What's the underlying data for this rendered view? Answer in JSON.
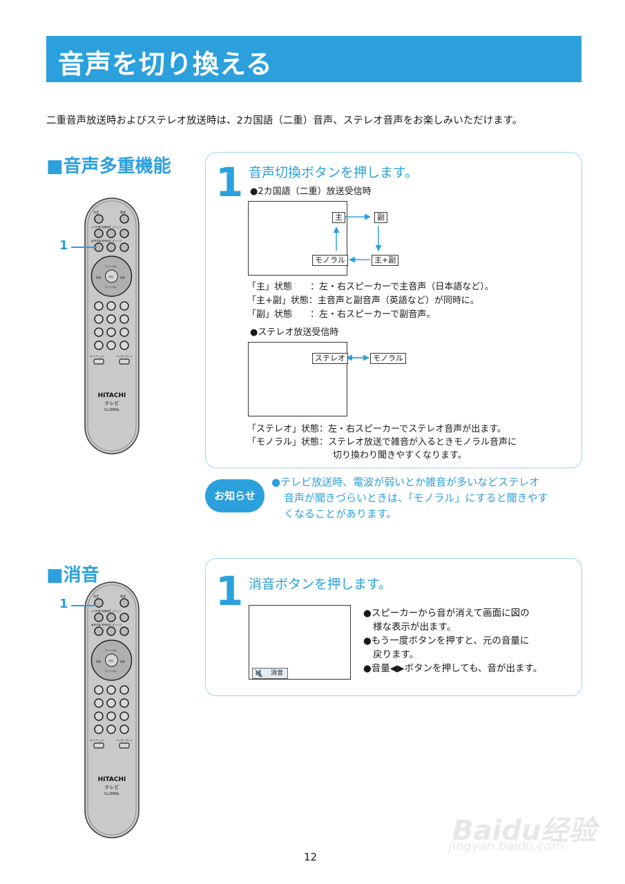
{
  "header": {
    "title": "音声を切り換える"
  },
  "intro": "二重音声放送時およびステレオ放送時は、2カ国語（二重）音声、ステレオ音声をお楽しみいただけます。",
  "section1": {
    "heading": "■音声多重機能",
    "remote_callout": "1",
    "step_number": "1",
    "step_title": "音声切換ボタンを押します。",
    "bilingual": {
      "subheading": "●2カ国語（二重）放送受信時",
      "labels": {
        "main": "主",
        "sub": "副",
        "main_sub": "主+副",
        "mono": "モノラル"
      },
      "states": [
        {
          "key": "「主」状態　　",
          "desc": "：左・右スピーカーで主音声（日本語など）。"
        },
        {
          "key": "「主+副」状態",
          "desc": "：主音声と副音声（英語など）が同時に。"
        },
        {
          "key": "「副」状態　　",
          "desc": "：左・右スピーカーで副音声。"
        }
      ]
    },
    "stereo": {
      "subheading": "●ステレオ放送受信時",
      "labels": {
        "stereo": "ステレオ",
        "mono": "モノラル"
      },
      "states": [
        {
          "key": "「ステレオ」状態",
          "desc": "：左・右スピーカーでステレオ音声が出ます。"
        },
        {
          "key": "「モノラル」状態",
          "desc": "：ステレオ放送で雑音が入るときモノラル音声に"
        }
      ],
      "continuation": "切り換わり聞きやすくなります。"
    },
    "notice": {
      "badge": "お知らせ",
      "lines": [
        "●テレビ放送時、電波が弱いとか雑音が多いなどステレオ",
        "音声が聞きづらいときは、「モノラル」にすると聞きやす",
        "くなることがあります。"
      ]
    }
  },
  "section2": {
    "heading": "■消音",
    "remote_callout": "1",
    "step_number": "1",
    "step_title": "消音ボタンを押します。",
    "screen_label": "消音",
    "bullets": [
      "●スピーカーから音が消えて画面に図の",
      "様な表示が出ます。",
      "●もう一度ボタンを押すと、元の音量に",
      "戻ります。",
      "●音量◀▶ボタンを押しても、音が出ます。"
    ]
  },
  "remote": {
    "brand": "HITACHI",
    "product": "テレビ",
    "model": "CL-RM3L",
    "top_labels": [
      "消音",
      "電源"
    ],
    "row2_labels": "入力切換 映像設定 メニュー",
    "row3_labels": "音声切換 音声設定 スリープ",
    "dpad_labels": [
      "チャンネル",
      "音量",
      "決定",
      "音量",
      "チャンネル"
    ],
    "bottom_labels": [
      "キャプション",
      "コンポーネント"
    ]
  },
  "page_number": "12",
  "watermark": {
    "main": "Baidu经验",
    "sub": "jingyan.baidu.com"
  },
  "colors": {
    "accent": "#2ba0dd",
    "card_border": "#9fd3ef",
    "remote_body": "#c9c9c9"
  }
}
